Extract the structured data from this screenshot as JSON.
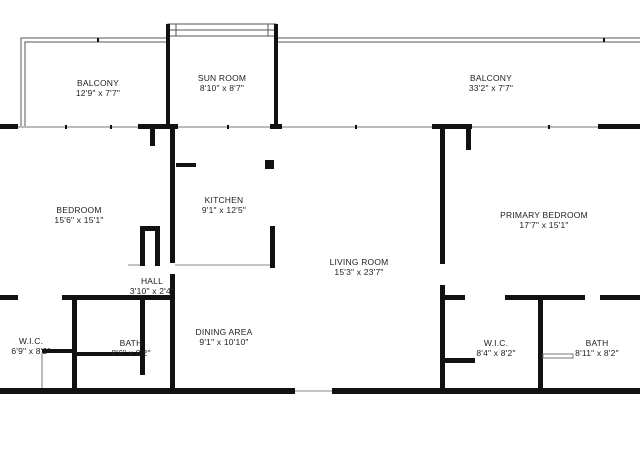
{
  "rooms": {
    "balcony_left": {
      "name": "BALCONY",
      "dims": "12'9\" x 7'7\""
    },
    "sun_room": {
      "name": "SUN ROOM",
      "dims": "8'10\" x 8'7\""
    },
    "balcony_right": {
      "name": "BALCONY",
      "dims": "33'2\" x 7'7\""
    },
    "bedroom": {
      "name": "BEDROOM",
      "dims": "15'6\" x 15'1\""
    },
    "kitchen": {
      "name": "KITCHEN",
      "dims": "9'1\" x 12'5\""
    },
    "primary_bedroom": {
      "name": "PRIMARY BEDROOM",
      "dims": "17'7\" x 15'1\""
    },
    "living_room": {
      "name": "LIVING ROOM",
      "dims": "15'3\" x 23'7\""
    },
    "hall": {
      "name": "HALL",
      "dims": "3'10\" x 2'4\""
    },
    "wic_left": {
      "name": "W.I.C.",
      "dims": "6'9\" x 8'2\""
    },
    "bath_left": {
      "name": "BATH",
      "dims": "8'6\" x 8'2\""
    },
    "dining_area": {
      "name": "DINING AREA",
      "dims": "9'1\" x 10'10\""
    },
    "wic_right": {
      "name": "W.I.C.",
      "dims": "8'4\" x 8'2\""
    },
    "bath_right": {
      "name": "BATH",
      "dims": "8'11\" x 8'2\""
    }
  },
  "colors": {
    "wall": "#111111",
    "thin_wall": "#555555",
    "background": "#ffffff"
  }
}
